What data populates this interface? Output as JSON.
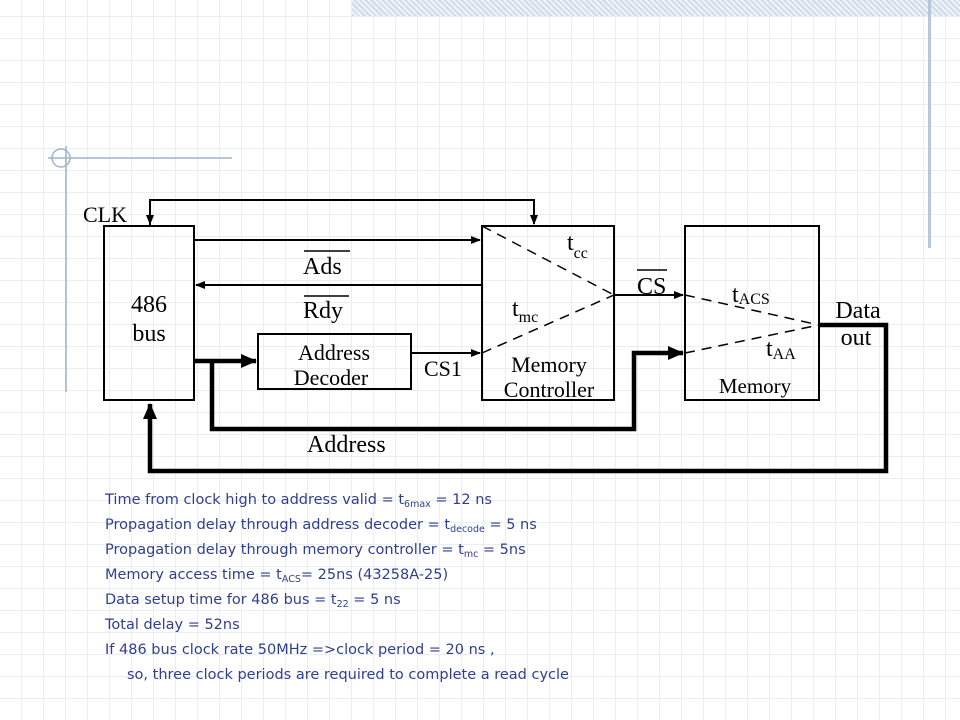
{
  "diagram": {
    "clk": "CLK",
    "bus": [
      "486",
      "bus"
    ],
    "ads": "Ads",
    "rdy": "Rdy",
    "decoder": [
      "Address",
      "Decoder"
    ],
    "cs1": "CS1",
    "controller": [
      "Memory",
      "Controller"
    ],
    "tcc": {
      "main": "t",
      "sub": "cc"
    },
    "tmc": {
      "main": "t",
      "sub": "mc"
    },
    "cs": "CS",
    "tacs": {
      "main": "t",
      "sub": "ACS"
    },
    "taa": {
      "main": "t",
      "sub": "AA"
    },
    "memory": "Memory",
    "data_out": [
      "Data",
      "out"
    ],
    "address": "Address"
  },
  "notes": {
    "line1": {
      "pre": "Time from clock high to address valid = t",
      "sub": "6max",
      "post": " = 12 ns"
    },
    "line2": {
      "pre": "Propagation delay through address decoder = t",
      "sub": "decode",
      "post": " = 5 ns"
    },
    "line3": {
      "pre": "Propagation delay through memory controller = t",
      "sub": "mc",
      "post": " = 5ns"
    },
    "line4": {
      "pre": "Memory access time = t",
      "sub": "ACS",
      "post": "= 25ns (43258A-25)"
    },
    "line5": {
      "pre": "Data setup time for 486 bus = t",
      "sub": "22",
      "post": " = 5 ns"
    },
    "line6": "Total delay = 52ns",
    "line7": "If 486 bus clock rate 50MHz =>clock period = 20 ns ,",
    "line8": "so, three clock periods are required to complete a read cycle"
  }
}
